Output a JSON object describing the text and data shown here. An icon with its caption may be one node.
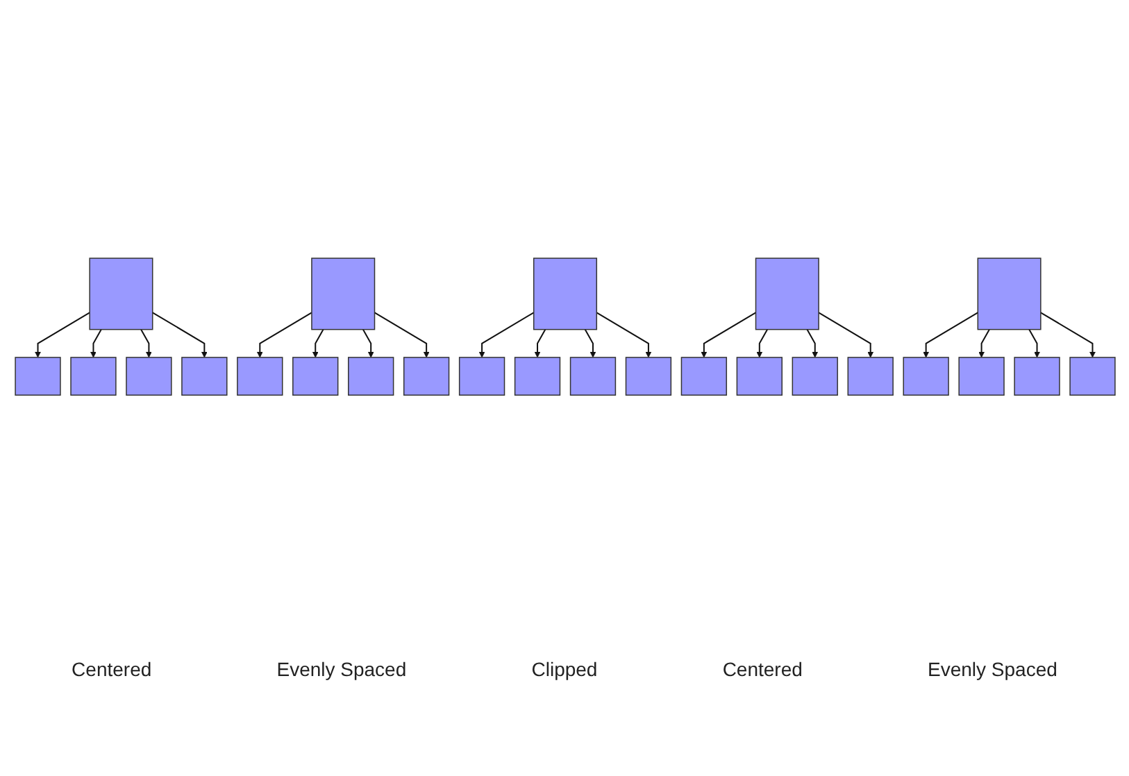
{
  "diagram": {
    "nodes": [
      {
        "text": [],
        "shape": "box"
      },
      {
        "text": [],
        "shape": "box"
      },
      {
        "text": [],
        "shape": "box"
      },
      {
        "text": [],
        "shape": "box"
      },
      {
        "text": [],
        "shape": "box"
      },
      {
        "text": [],
        "shape": "box"
      },
      {
        "text": [],
        "shape": "box"
      },
      {
        "text": [],
        "shape": "box"
      },
      {
        "text": [],
        "shape": "box"
      },
      {
        "text": [],
        "shape": "box"
      },
      {
        "text": [],
        "shape": "box"
      },
      {
        "text": [],
        "shape": "box"
      },
      {
        "text": [],
        "shape": "box"
      },
      {
        "text": [],
        "shape": "box"
      },
      {
        "text": [],
        "shape": "box"
      },
      {
        "text": [],
        "shape": "box"
      },
      {
        "text": [],
        "shape": "box"
      },
      {
        "text": [],
        "shape": "box"
      },
      {
        "text": [],
        "shape": "box"
      },
      {
        "text": [],
        "shape": "box"
      },
      {
        "text": [],
        "shape": "box"
      },
      {
        "text": [],
        "shape": "box"
      },
      {
        "text": [],
        "shape": "box"
      },
      {
        "text": [],
        "shape": "box"
      },
      {
        "text": [],
        "shape": "box"
      }
    ],
    "edges": [
      {
        "from": 0,
        "to": 1,
        "arrow": "to"
      },
      {
        "from": 0,
        "to": 2,
        "arrow": "to"
      },
      {
        "from": 0,
        "to": 3,
        "arrow": "to"
      },
      {
        "from": 0,
        "to": 4,
        "arrow": "to"
      },
      {
        "from": 5,
        "to": 6,
        "arrow": "to"
      },
      {
        "from": 5,
        "to": 7,
        "arrow": "to"
      },
      {
        "from": 5,
        "to": 8,
        "arrow": "to"
      },
      {
        "from": 5,
        "to": 9,
        "arrow": "to"
      },
      {
        "from": 10,
        "to": 11,
        "arrow": "to"
      },
      {
        "from": 10,
        "to": 12,
        "arrow": "to"
      },
      {
        "from": 10,
        "to": 13,
        "arrow": "to"
      },
      {
        "from": 10,
        "to": 14,
        "arrow": "to"
      },
      {
        "from": 15,
        "to": 16,
        "arrow": "to"
      },
      {
        "from": 15,
        "to": 17,
        "arrow": "to"
      },
      {
        "from": 15,
        "to": 18,
        "arrow": "to"
      },
      {
        "from": 15,
        "to": 19,
        "arrow": "to"
      },
      {
        "from": 20,
        "to": 21,
        "arrow": "to"
      },
      {
        "from": 20,
        "to": 22,
        "arrow": "to"
      },
      {
        "from": 20,
        "to": 23,
        "arrow": "to"
      },
      {
        "from": 20,
        "to": 24,
        "arrow": "to"
      }
    ],
    "labels": [
      "Centered",
      "Evenly Spaced",
      "Clipped",
      "Centered",
      "Evenly Spaced"
    ]
  }
}
